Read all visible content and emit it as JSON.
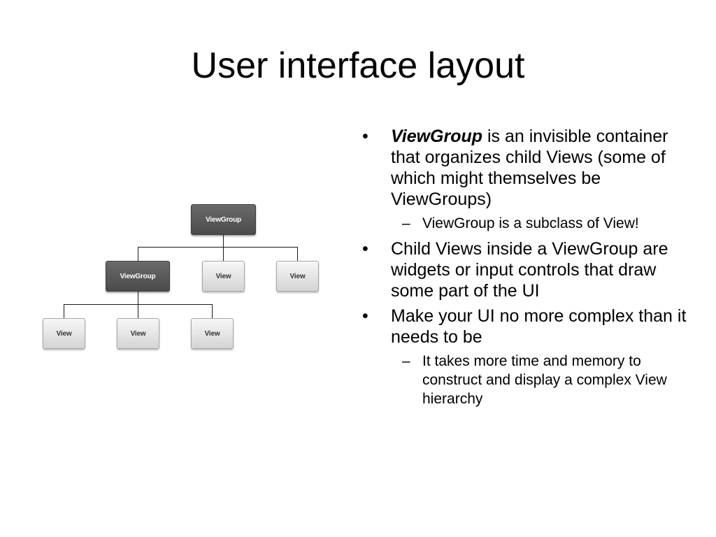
{
  "slide": {
    "title": "User interface layout"
  },
  "diagram": {
    "root": "ViewGroup",
    "level1": [
      "ViewGroup",
      "View",
      "View"
    ],
    "level2": [
      "View",
      "View",
      "View"
    ]
  },
  "bullets": {
    "b1_emphasis": "ViewGroup",
    "b1_text": " is an invisible container that organizes child Views (some of which might themselves be ViewGroups)",
    "b1_sub1": "ViewGroup is a subclass of View!",
    "b2_text": "Child Views inside a ViewGroup are widgets or input controls that draw some part of the UI",
    "b3_text": "Make your UI no more complex than it needs to be",
    "b3_sub1": "It takes more time and memory to construct and display a complex View hierarchy"
  },
  "markers": {
    "bullet": "•",
    "dash": "–"
  }
}
